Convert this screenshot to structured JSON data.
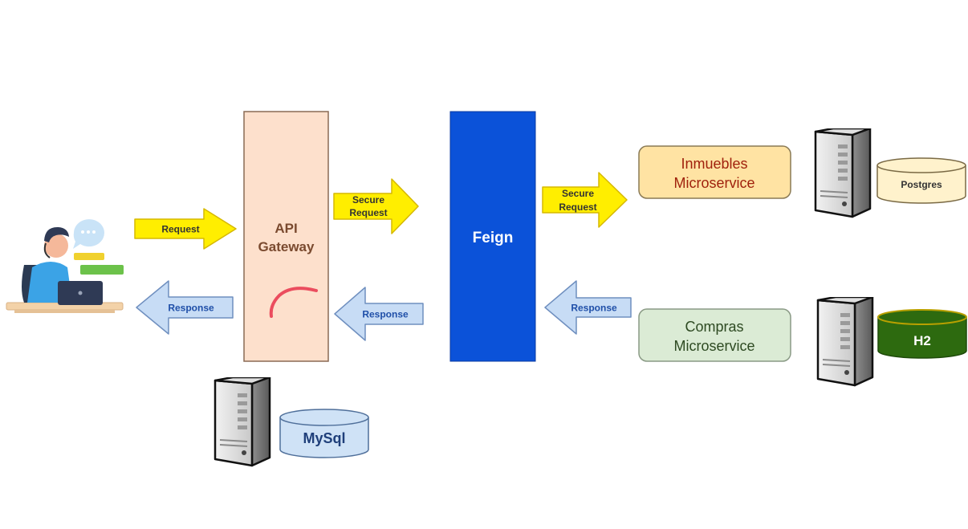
{
  "gateway": {
    "line1": "API",
    "line2": "Gateway"
  },
  "feign": {
    "label": "Feign"
  },
  "inmuebles": {
    "line1": "Inmuebles",
    "line2": "Microservice"
  },
  "compras": {
    "line1": "Compras",
    "line2": "Microservice"
  },
  "databases": {
    "mysql": "MySql",
    "postgres": "Postgres",
    "h2": "H2"
  },
  "arrows": {
    "request": "Request",
    "secure_gw_line1": "Secure",
    "secure_gw_line2": "Request",
    "secure_feign_line1": "Secure",
    "secure_feign_line2": "Request",
    "response_client": "Response",
    "response_gw": "Response",
    "response_feign": "Response"
  },
  "colors": {
    "request_arrow": "#ffee00",
    "response_arrow": "#c7dcf5",
    "gateway_fill": "#fde0cc",
    "feign_fill": "#0b52d9",
    "inmuebles_fill": "#ffe3a3",
    "compras_fill": "#dbebd5",
    "h2_fill": "#2d6a0f",
    "postgres_fill": "#fff2cc",
    "mysql_fill": "#cfe2f6"
  }
}
